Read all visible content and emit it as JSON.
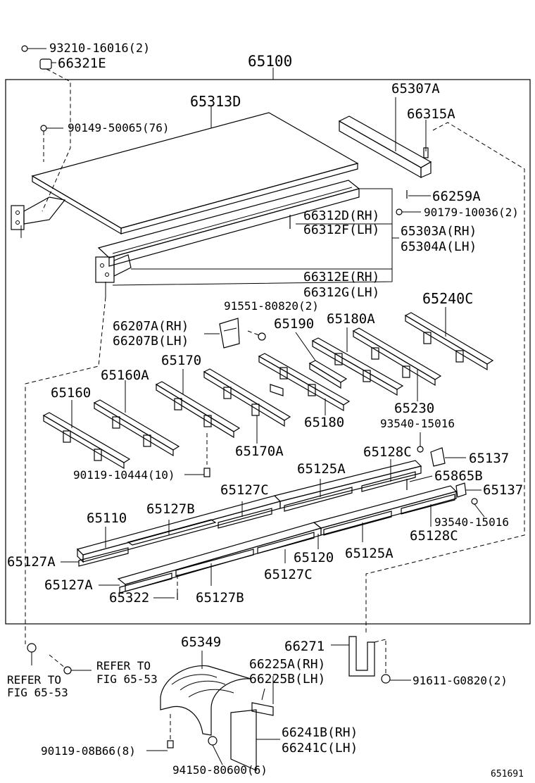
{
  "labels": {
    "l1": "93210-16016(2)",
    "l2": "66321E",
    "l3": "65100",
    "l4": "65307A",
    "l5": "65313D",
    "l6": "66315A",
    "l7": "90149-50065(76)",
    "l8": "66259A",
    "l9": "90179-10036(2)",
    "l10": "66312D(RH)",
    "l11": "66312F(LH)",
    "l12": "65303A(RH)",
    "l13": "65304A(LH)",
    "l14": "66312E(RH)",
    "l15": "66312G(LH)",
    "l16": "91551-80820(2)",
    "l17": "65240C",
    "l18": "66207A(RH)",
    "l19": "66207B(LH)",
    "l20": "65190",
    "l21": "65180A",
    "l22": "65170",
    "l23": "65160A",
    "l24": "65160",
    "l25": "65230",
    "l26": "93540-15016",
    "l27": "65180",
    "l28": "65170A",
    "l29": "65137",
    "l30": "65128C",
    "l31": "90119-10444(10)",
    "l32": "65125A",
    "l33": "65865B",
    "l34": "65127C",
    "l35": "65137",
    "l36": "65110",
    "l37": "65127B",
    "l38": "93540-15016",
    "l39": "65128C",
    "l40": "65127A",
    "l41": "65120",
    "l42": "65125A",
    "l43": "65127A",
    "l44": "65127C",
    "l45": "65322",
    "l46": "65127B",
    "l47": "65349",
    "l48": "66271",
    "l49": "REFER TO",
    "l50": "FIG 65-53",
    "l51": "66225A(RH)",
    "l52": "REFER TO",
    "l53": "66225B(LH)",
    "l54": "91611-G0820(2)",
    "l55": "FIG 65-53",
    "l56": "66241B(RH)",
    "l57": "90119-08B66(8)",
    "l58": "66241C(LH)",
    "l59": "94150-80600(6)",
    "l60": "651691"
  }
}
